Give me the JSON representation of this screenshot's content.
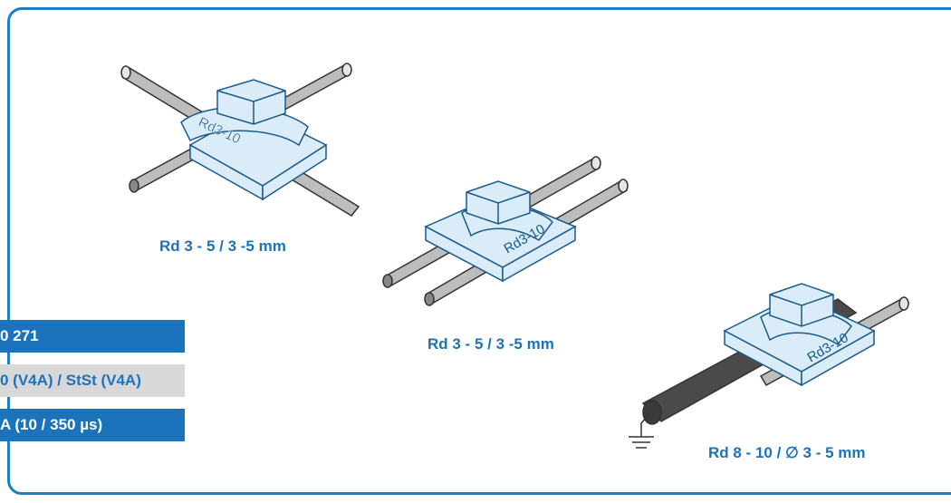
{
  "captions": {
    "clamp1": "Rd 3 - 5 / 3 -5 mm",
    "clamp2": "Rd 3 - 5 / 3 -5 mm",
    "clamp3": "Rd 8 - 10 / ∅ 3 - 5 mm"
  },
  "clamp_mark": "Rd3-10",
  "tags": {
    "part_no": "0 271",
    "material": "0 (V4A) / StSt (V4A)",
    "current": "A (10 / 350 µs)"
  },
  "colors": {
    "brand_blue": "#1a73bb",
    "clamp_fill": "#d9ecf8",
    "rod": "#b5b5b5",
    "cable": "#4a4a4a"
  }
}
